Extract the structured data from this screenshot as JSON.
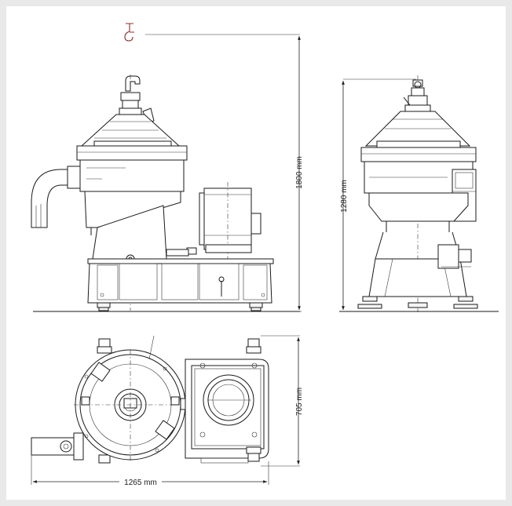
{
  "dimensions": {
    "front_height": "1800 mm",
    "side_height": "1280 mm",
    "plan_width": "705 mm",
    "plan_length": "1265 mm"
  },
  "colors": {
    "background": "#e9e9e9",
    "paper": "#ffffff",
    "line": "#1a1a1a",
    "hook": "#8a3030"
  },
  "icons": {
    "lifting_hook": "lifting-hook-icon"
  }
}
